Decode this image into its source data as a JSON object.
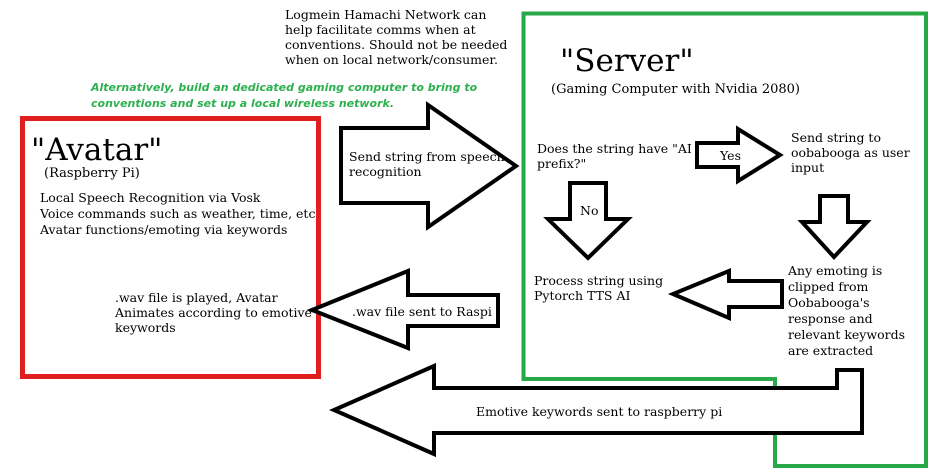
{
  "colors": {
    "avatar_border": "#e0201f",
    "server_border": "#29a847",
    "note": "#2db04f",
    "arrow": "#000000"
  },
  "top_note": "Logmein Hamachi Network can help facilitate comms when at conventions. Should not be needed when on local network/consumer.",
  "alt_note": "Alternatively, build an dedicated gaming computer to bring to conventions and set up a local wireless network.",
  "avatar": {
    "title": "\"Avatar\"",
    "subtitle": "(Raspberry Pi)",
    "features": [
      "Local Speech Recognition via Vosk",
      "Voice commands such as weather, time, etc",
      "Avatar functions/emoting via keywords"
    ],
    "wav_played": ".wav file is played, Avatar Animates according to emotive keywords"
  },
  "server": {
    "title": "\"Server\"",
    "subtitle": "(Gaming Computer with Nvidia 2080)",
    "question": "Does the string have \"AI prefix?\"",
    "send_to_ooba": "Send string to oobabooga as user input",
    "process_tts": "Process string using Pytorch TTS AI",
    "emoting": "Any emoting is clipped from Oobabooga's response and relevant keywords are extracted"
  },
  "arrows": {
    "speech": "Send string from speech recognition",
    "yes": "Yes",
    "no": "No",
    "wav_sent": ".wav file sent to Raspi",
    "keywords": "Emotive keywords sent to raspberry pi"
  }
}
